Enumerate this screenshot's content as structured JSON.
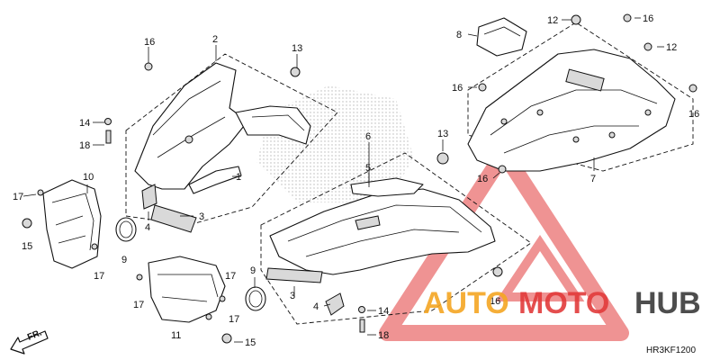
{
  "diagram": {
    "code": "HR3KF1200",
    "direction_label": "FR.",
    "callouts": {
      "c16a": "16",
      "c2": "2",
      "c13a": "13",
      "c14a": "14",
      "c18a": "18",
      "c1": "1",
      "c3a": "3",
      "c4a": "4",
      "c10": "10",
      "c17a": "17",
      "c15a": "15",
      "c9a": "9",
      "c17b": "17",
      "c6": "6",
      "c5": "5",
      "c13b": "13",
      "c8": "8",
      "c12a": "12",
      "c16b": "16",
      "c12b": "12",
      "c16c": "16",
      "c16d": "16",
      "c16e": "16",
      "c7": "7",
      "c11": "11",
      "c17c": "17",
      "c17d": "17",
      "c17e": "17",
      "c15b": "15",
      "c9b": "9",
      "c3b": "3",
      "c4b": "4",
      "c14b": "14",
      "c18b": "18",
      "c16f": "16"
    }
  },
  "watermark": {
    "brand": "AUTOMOTOHUB",
    "part1": "AUTO",
    "part2": "MOTO",
    "part3": "HUB",
    "color_orange": "#f5a623",
    "color_red": "#e23b3b",
    "color_dark": "#3a3a3a"
  }
}
